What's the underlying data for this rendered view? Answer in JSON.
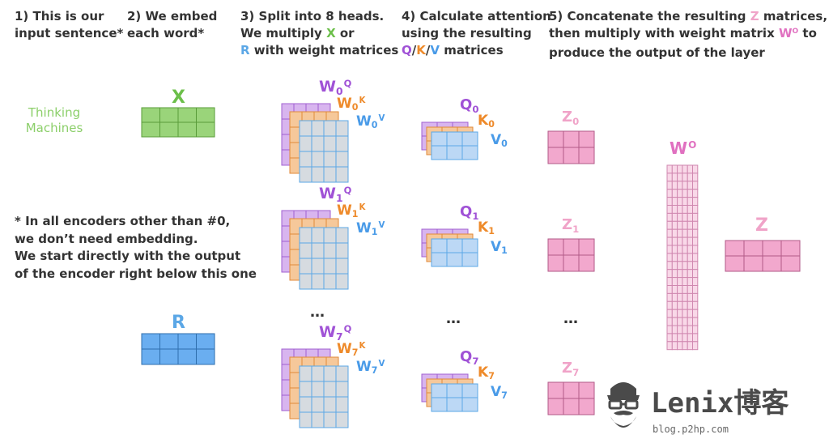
{
  "headers": {
    "h1": [
      "1) This is our",
      "input sentence*"
    ],
    "h2": [
      "2) We embed",
      "each word*"
    ],
    "h3": {
      "line1": "3) Split into 8 heads.",
      "l2_pre": "We multiply ",
      "l2_x": "X",
      "l2_post": " or",
      "l3_r": "R",
      "l3_post": " with weight matrices"
    },
    "h4": {
      "line1": "4) Calculate attention",
      "line2": "using the resulting",
      "q": "Q",
      "slash1": "/",
      "k": "K",
      "slash2": "/",
      "v": "V",
      "post": " matrices"
    },
    "h5": {
      "l1_pre": "5) Concatenate the resulting ",
      "l1_z": "Z",
      "l1_post": " matrices,",
      "l2_pre": "then multiply with weight matrix ",
      "l2_w": "W",
      "l2_w_sup": "O",
      "l2_post": " to",
      "line3": "produce the output of the layer"
    }
  },
  "input_words": [
    "Thinking",
    "Machines"
  ],
  "embed_labels": {
    "x": "X",
    "r": "R"
  },
  "note_lines": [
    "* In all encoders other than #0,",
    "we don’t need embedding.",
    "We start directly with the output",
    "of the encoder right below this one"
  ],
  "heads": [
    {
      "w": "W",
      "idx": "0",
      "q": "Q",
      "k": "K",
      "v": "V",
      "z": "Z"
    },
    {
      "w": "W",
      "idx": "1",
      "q": "Q",
      "k": "K",
      "v": "V",
      "z": "Z"
    },
    {
      "w": "W",
      "idx": "7",
      "q": "Q",
      "k": "K",
      "v": "V",
      "z": "Z"
    }
  ],
  "ellipsis": "…",
  "wo_label": {
    "w": "W",
    "sup": "O"
  },
  "z_label": "Z",
  "watermark": {
    "name": "Lenix博客",
    "url": "blog.p2hp.com"
  },
  "colors": {
    "x_fill": "#9ad47a",
    "x_border": "#5a9c3a",
    "r_fill": "#6aaef0",
    "r_border": "#2f6fae",
    "q_fill": "#d8b5ef",
    "q_border": "#a060d0",
    "k_fill": "#f6c89a",
    "k_border": "#e08a3a",
    "v_fill": "#d6dbe0",
    "v_border": "#5ba7e6",
    "qkv_v_fill": "#bcd8f5",
    "z_fill": "#f2a8cd",
    "z_border": "#b25a88",
    "wo_fill": "#f9d8e8",
    "wo_border": "#d088b0",
    "q_text": "#a052d6",
    "k_text": "#ee8a2a",
    "v_text": "#4a9be8",
    "z_text": "#f0a3c8"
  }
}
